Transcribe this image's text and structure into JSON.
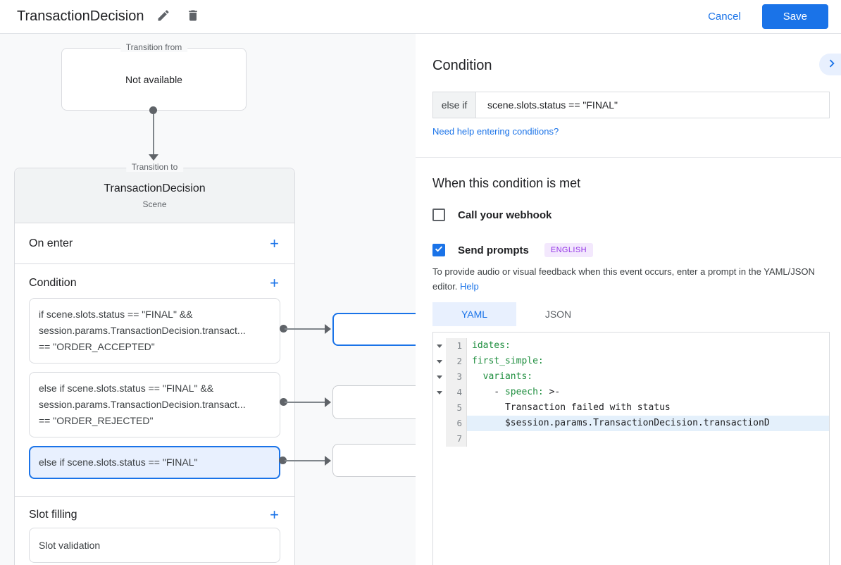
{
  "header": {
    "title": "TransactionDecision",
    "cancel_label": "Cancel",
    "save_label": "Save"
  },
  "colors": {
    "accent_blue": "#1a73e8",
    "selected_bg": "#e8f0fe",
    "badge_purple": "#9334e6",
    "badge_bg": "#f3e8fd",
    "code_green": "#1e8e3e",
    "code_highlight": "#e4f0fb"
  },
  "canvas": {
    "transition_from": {
      "legend": "Transition from",
      "content": "Not available"
    },
    "transition_to": {
      "legend": "Transition to",
      "title": "TransactionDecision",
      "subtitle": "Scene",
      "on_enter": {
        "label": "On enter",
        "add_label": "+"
      },
      "condition": {
        "label": "Condition",
        "add_label": "+",
        "cards": [
          {
            "selected": false,
            "lines": [
              "if scene.slots.status == \"FINAL\" &&",
              "session.params.TransactionDecision.transact...",
              "== \"ORDER_ACCEPTED\""
            ]
          },
          {
            "selected": false,
            "lines": [
              "else if scene.slots.status == \"FINAL\" &&",
              "session.params.TransactionDecision.transact...",
              "== \"ORDER_REJECTED\""
            ]
          },
          {
            "selected": true,
            "lines": [
              "else if scene.slots.status == \"FINAL\""
            ]
          }
        ]
      },
      "slot_filling": {
        "label": "Slot filling",
        "add_label": "+",
        "cards": [
          {
            "label": "Slot validation"
          }
        ]
      }
    }
  },
  "panel": {
    "condition": {
      "heading": "Condition",
      "prefix": "else if",
      "expression": "scene.slots.status == \"FINAL\"",
      "help_link": "Need help entering conditions?"
    },
    "when_met": {
      "heading": "When this condition is met",
      "webhook": {
        "label": "Call your webhook",
        "checked": false
      },
      "prompts": {
        "label": "Send prompts",
        "checked": true,
        "badge": "ENGLISH"
      },
      "helper_text": "To provide audio or visual feedback when this event occurs, enter a prompt in the YAML/JSON editor.",
      "helper_link": "Help"
    },
    "editor": {
      "tabs": [
        {
          "label": "YAML",
          "active": true
        },
        {
          "label": "JSON",
          "active": false
        }
      ],
      "lines": [
        {
          "number": "1",
          "fold": true,
          "highlight": false,
          "segments": [
            {
              "text": "idates:",
              "color": "green"
            }
          ]
        },
        {
          "number": "2",
          "fold": true,
          "highlight": false,
          "segments": [
            {
              "text": "first_simple:",
              "color": "green"
            }
          ]
        },
        {
          "number": "3",
          "fold": true,
          "highlight": false,
          "segments": [
            {
              "text": "  variants:",
              "color": "green"
            }
          ]
        },
        {
          "number": "4",
          "fold": true,
          "highlight": false,
          "segments": [
            {
              "text": "    - ",
              "color": "plain"
            },
            {
              "text": "speech:",
              "color": "green"
            },
            {
              "text": " >-",
              "color": "plain"
            }
          ]
        },
        {
          "number": "5",
          "fold": false,
          "highlight": false,
          "segments": [
            {
              "text": "      Transaction failed with status",
              "color": "plain"
            }
          ]
        },
        {
          "number": "6",
          "fold": false,
          "highlight": true,
          "segments": [
            {
              "text": "      $session.params.TransactionDecision.transactionD",
              "color": "plain"
            }
          ]
        },
        {
          "number": "7",
          "fold": false,
          "highlight": false,
          "segments": []
        }
      ]
    }
  }
}
